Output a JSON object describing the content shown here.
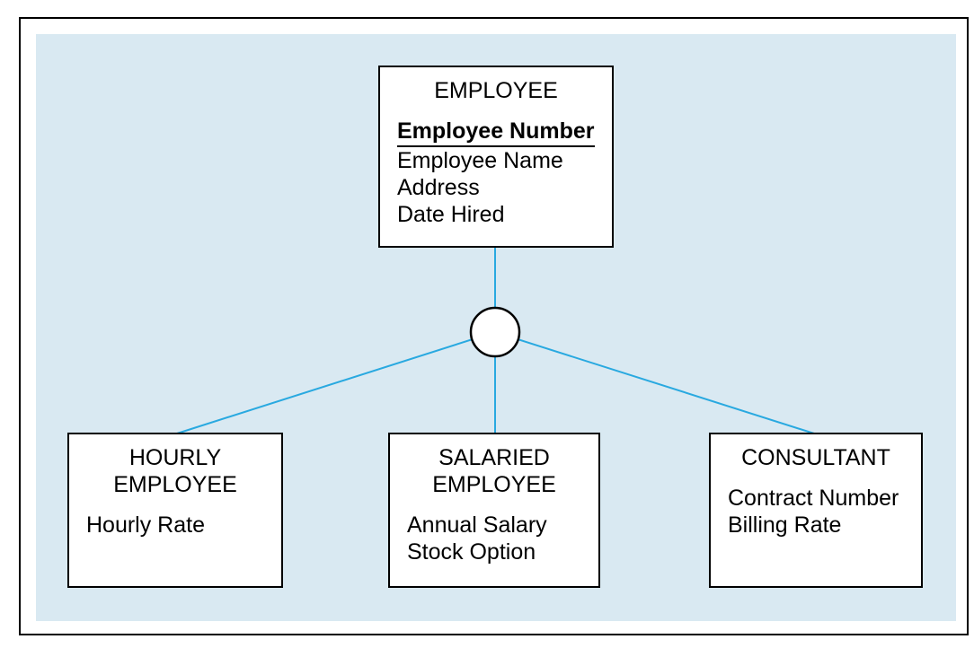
{
  "figure": {
    "type": "supertype-subtype-entity-diagram",
    "colors": {
      "panel_background": "#d9e9f2",
      "connector_line": "#29a9e0",
      "entity_fill": "#ffffff",
      "entity_border": "#000000",
      "frame_border": "#000000"
    },
    "supertype": {
      "title": "EMPLOYEE",
      "key_attribute": "Employee Number",
      "attributes": [
        "Employee Name",
        "Address",
        "Date Hired"
      ]
    },
    "subtypes": [
      {
        "title_lines": [
          "HOURLY",
          "EMPLOYEE"
        ],
        "attributes": [
          "Hourly Rate"
        ]
      },
      {
        "title_lines": [
          "SALARIED",
          "EMPLOYEE"
        ],
        "attributes": [
          "Annual Salary",
          "Stock Option"
        ]
      },
      {
        "title_lines": [
          "CONSULTANT"
        ],
        "attributes": [
          "Contract Number",
          "Billing Rate"
        ]
      }
    ]
  }
}
